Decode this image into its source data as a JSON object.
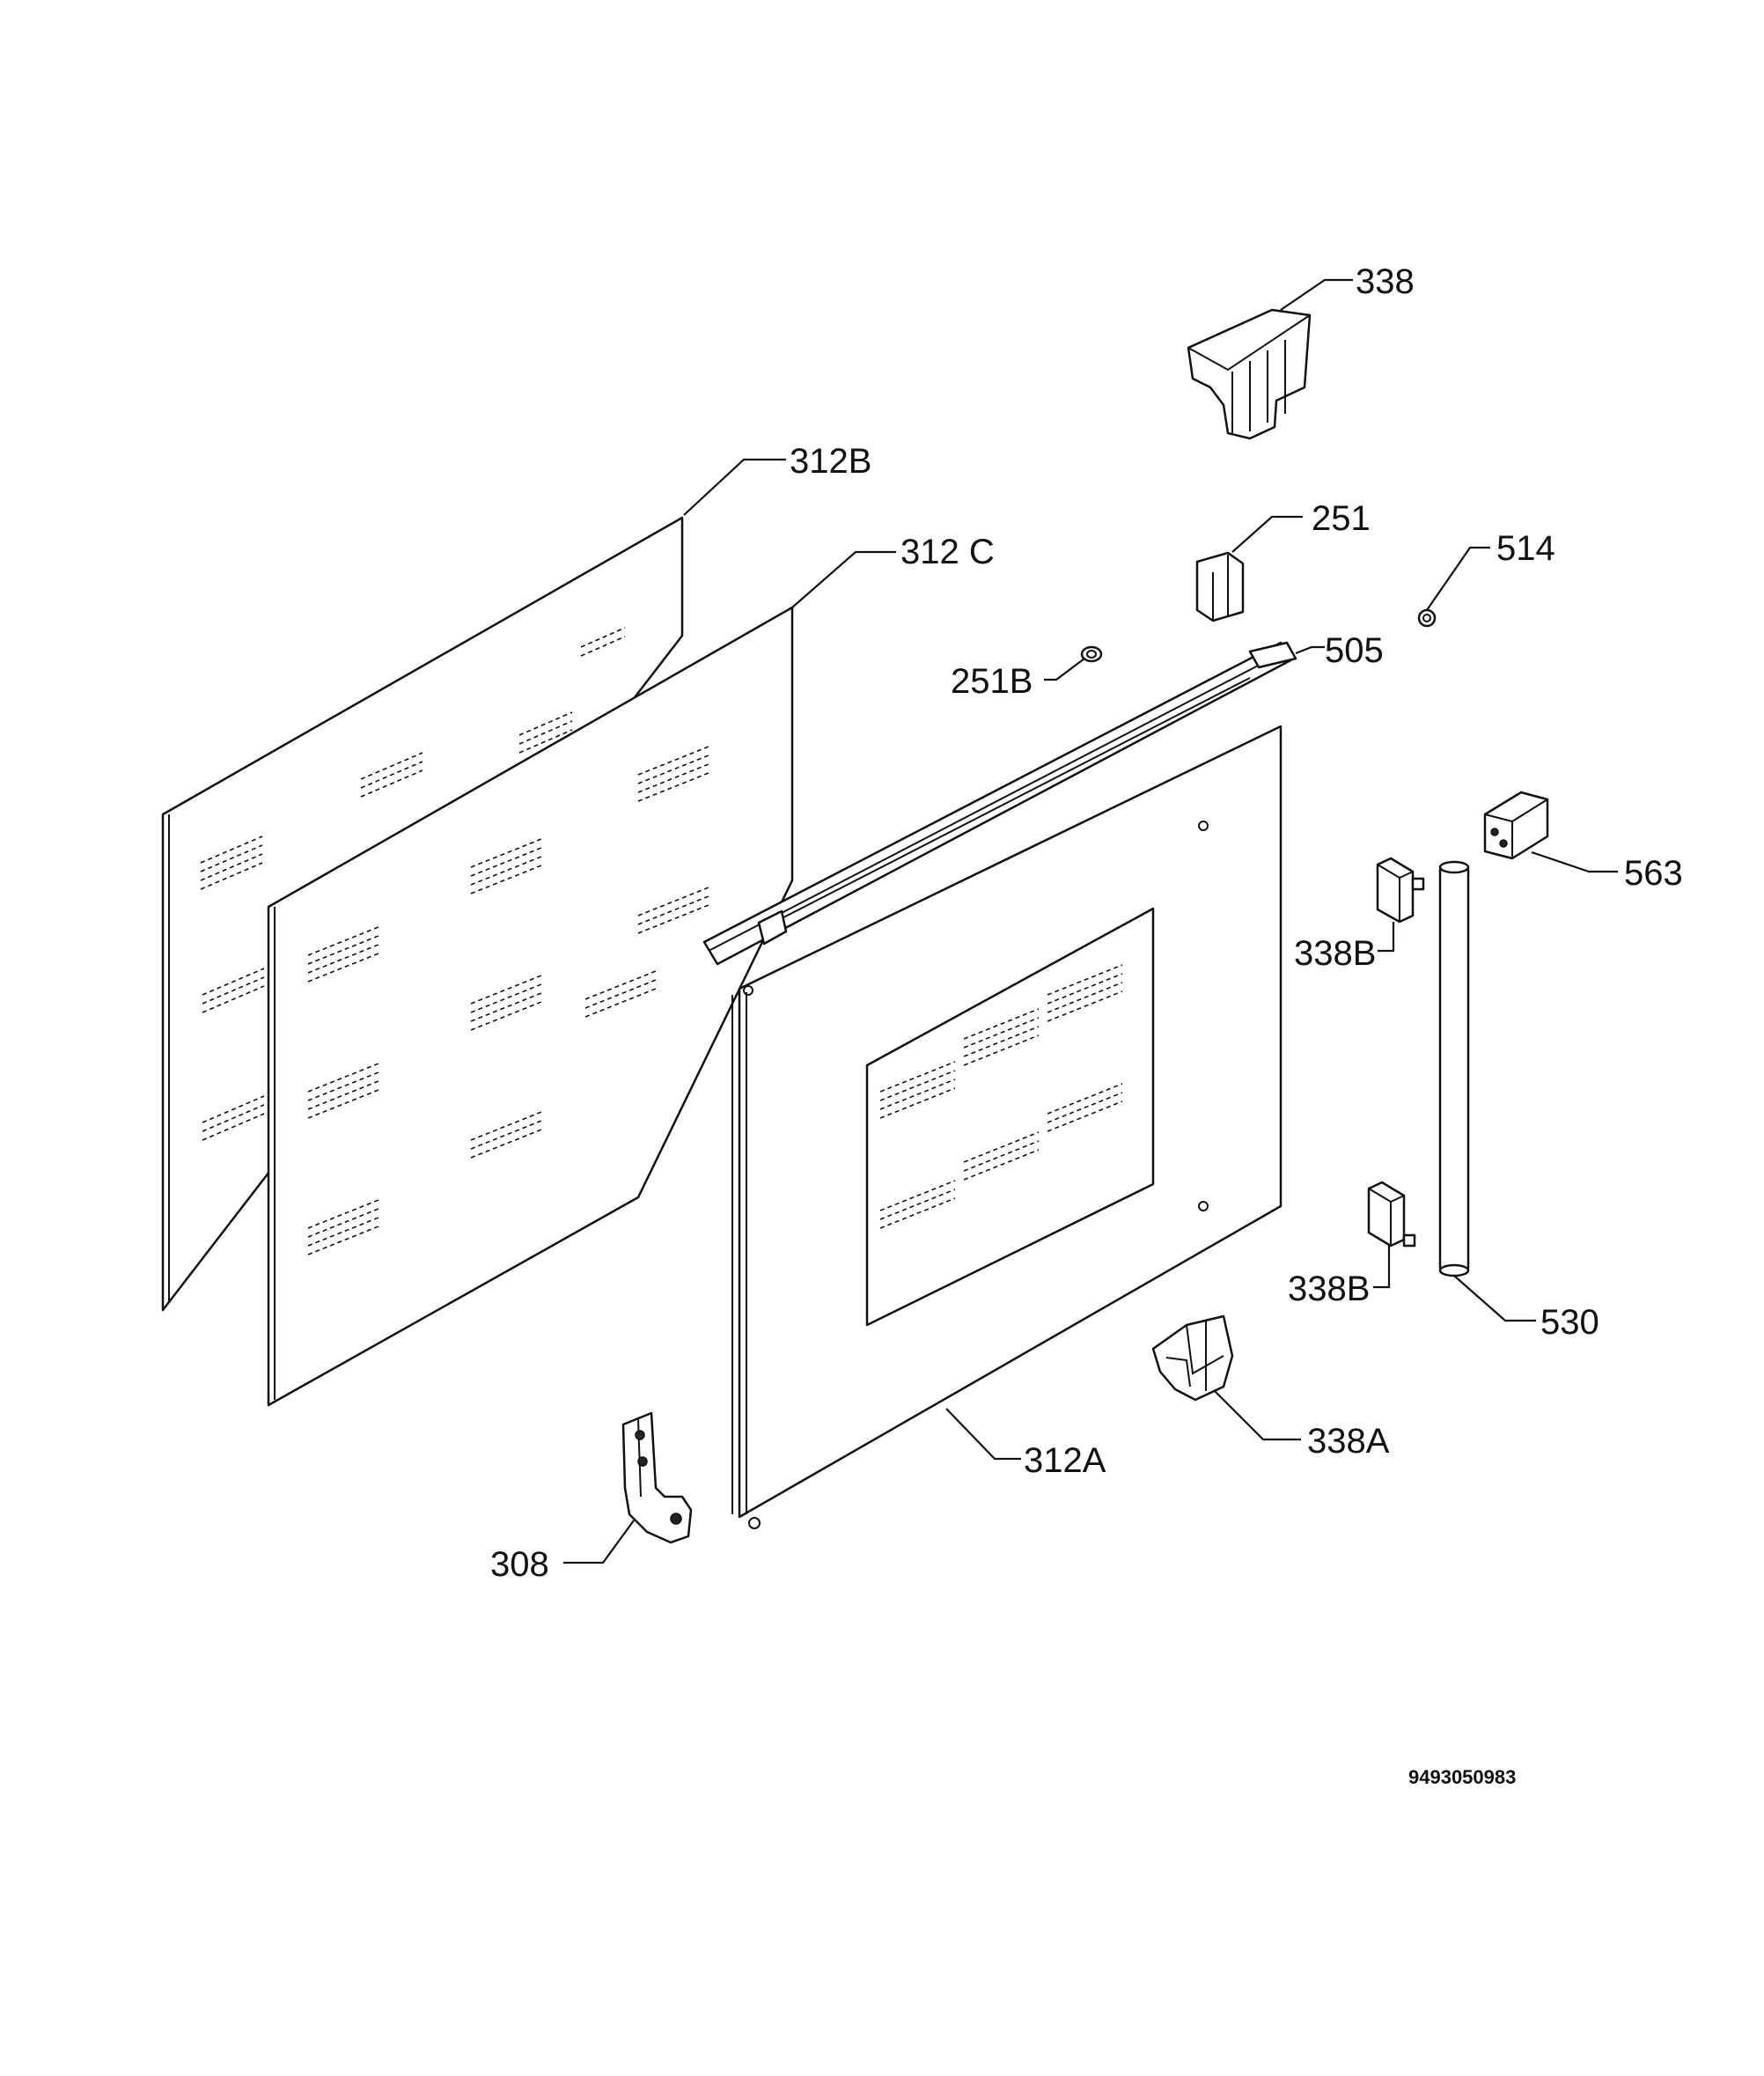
{
  "diagram": {
    "type": "exploded-parts-diagram",
    "document_number": "9493050983",
    "parts": [
      {
        "id": "p338",
        "label": "338",
        "icon": "end-cap-top-icon"
      },
      {
        "id": "p312b",
        "label": "312B",
        "icon": "glass-panel-icon"
      },
      {
        "id": "p251",
        "label": "251",
        "icon": "clip-icon"
      },
      {
        "id": "p312c",
        "label": "312 C",
        "icon": "glass-panel-icon"
      },
      {
        "id": "p514",
        "label": "514",
        "icon": "nut-icon"
      },
      {
        "id": "p505",
        "label": "505",
        "icon": "profile-bar-icon"
      },
      {
        "id": "p251b",
        "label": "251B",
        "icon": "washer-icon"
      },
      {
        "id": "p563",
        "label": "563",
        "icon": "block-connector-icon"
      },
      {
        "id": "p338b1",
        "label": "338B",
        "icon": "bracket-icon"
      },
      {
        "id": "p338b2",
        "label": "338B",
        "icon": "bracket-icon"
      },
      {
        "id": "p530",
        "label": "530",
        "icon": "handle-tube-icon"
      },
      {
        "id": "p338a",
        "label": "338A",
        "icon": "end-cap-bottom-icon"
      },
      {
        "id": "p312a",
        "label": "312A",
        "icon": "door-glass-icon"
      },
      {
        "id": "p308",
        "label": "308",
        "icon": "hinge-icon"
      }
    ]
  }
}
